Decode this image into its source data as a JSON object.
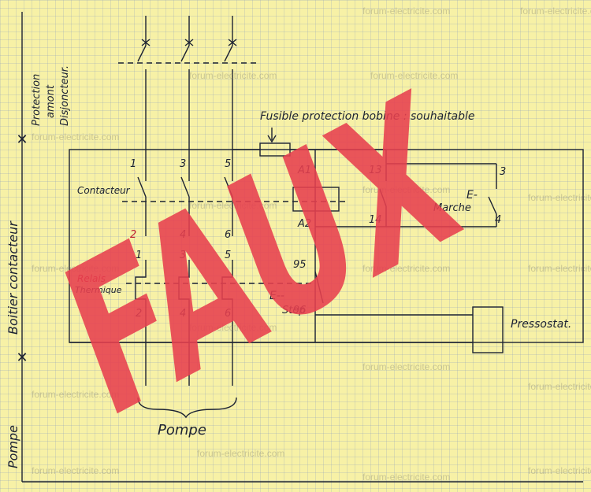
{
  "watermark": "forum-electricite.com",
  "stamp": "FAUX",
  "side_labels": {
    "protection": [
      "Protection",
      "amont",
      "Disjoncteur."
    ],
    "boitier": "Boitier contacteur",
    "pompe_side": "Pompe"
  },
  "labels": {
    "fusible": "Fusible protection bobine : souhaitable",
    "contacteur": "Contacteur",
    "relais_1": "Relais",
    "relais_2": "Thermique",
    "marche": "Marche",
    "stop": "Stop",
    "pressostat": "Pressostat.",
    "pompe": "Pompe",
    "e_marche": "E-",
    "e_stop": "E--"
  },
  "terminals": {
    "top": [
      "1",
      "3",
      "5"
    ],
    "mid": [
      "2",
      "4",
      "6"
    ],
    "relay_top": [
      "1",
      "3",
      "5"
    ],
    "relay_bottom": [
      "2",
      "4",
      "6"
    ],
    "a1": "A1",
    "a2": "A2",
    "c13": "13",
    "c14": "14",
    "m3": "3",
    "m4": "4",
    "t95": "95",
    "t96": "96"
  },
  "colors": {
    "paper": "#f7f1a6",
    "ink": "#1c2233",
    "stamp": "#e8404f"
  }
}
